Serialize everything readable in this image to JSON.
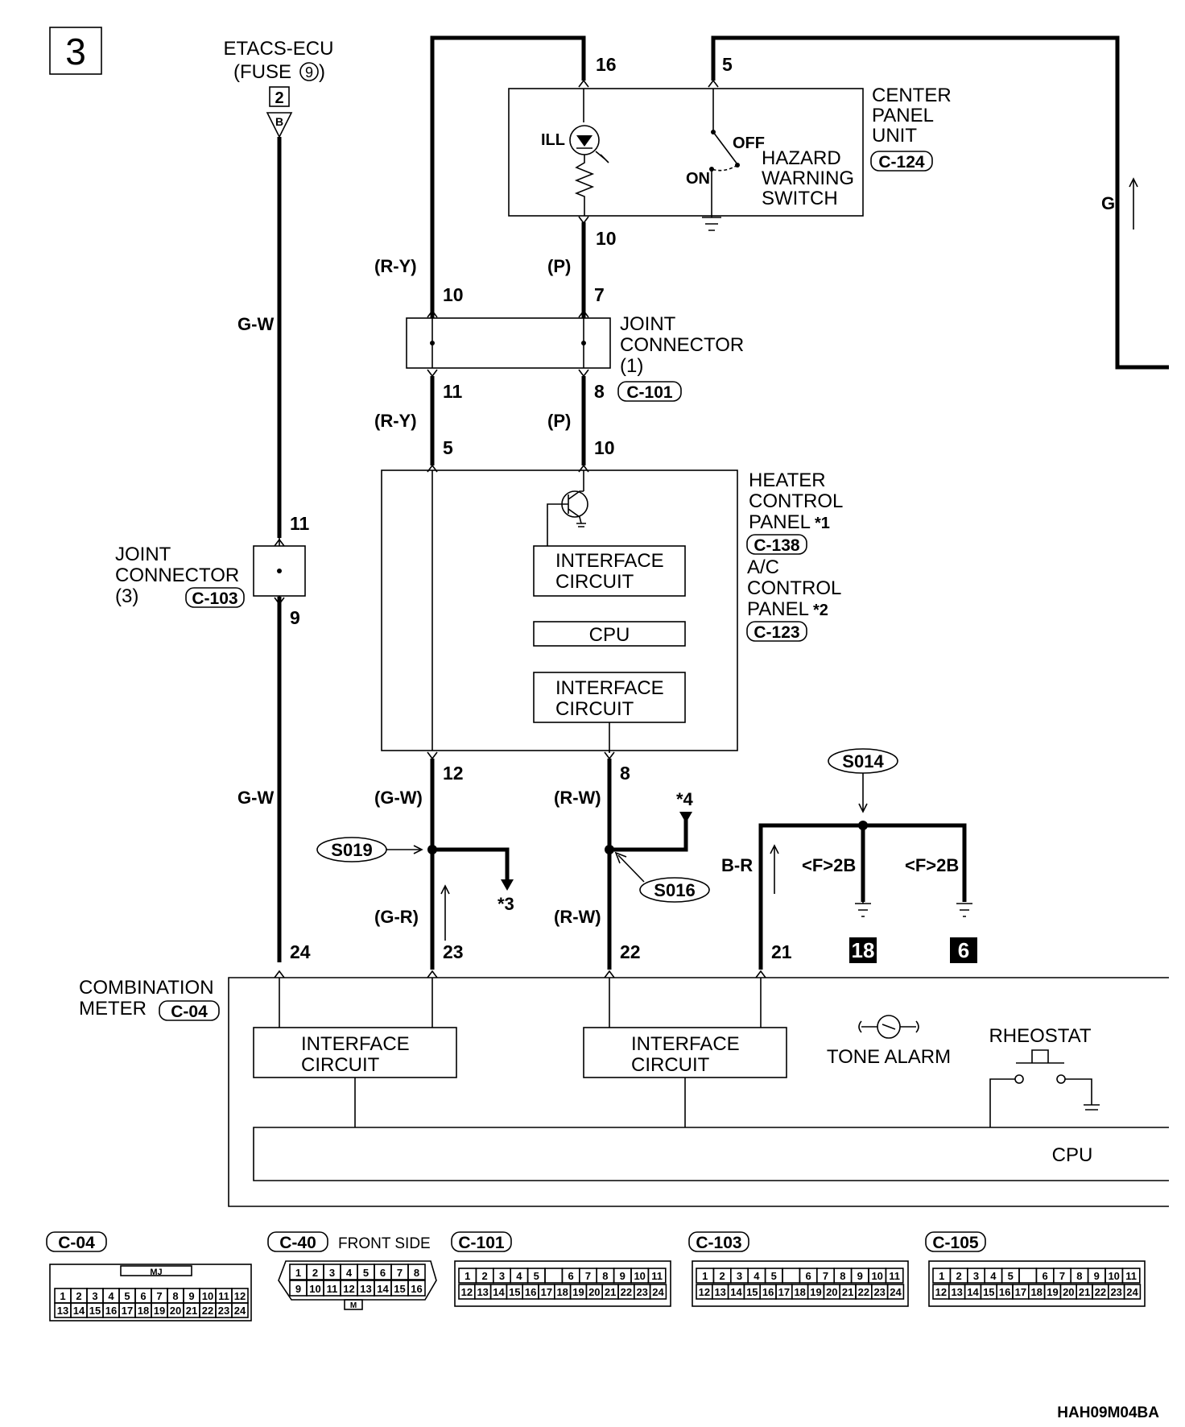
{
  "page_number": "3",
  "etacs": {
    "title": "ETACS-ECU",
    "fuse": "(FUSE",
    "fuse_num": "9",
    "fuse_close": ")",
    "connector_num": "2",
    "connector_letter": "B"
  },
  "center_panel": {
    "line1": "CENTER",
    "line2": "PANEL",
    "line3": "UNIT",
    "connector": "C-124",
    "pin_top_left": "16",
    "pin_top_right": "5",
    "pin_bottom": "10"
  },
  "hazard_switch": {
    "line1": "HAZARD",
    "line2": "WARNING",
    "line3": "SWITCH",
    "ill": "ILL",
    "off": "OFF",
    "on": "ON"
  },
  "joint_connector_1": {
    "line1": "JOINT",
    "line2": "CONNECTOR",
    "line3": "(1)",
    "connector": "C-101",
    "pin_in_left": "10",
    "pin_in_right": "7",
    "pin_out_left": "11",
    "pin_out_right": "8"
  },
  "heater_panel": {
    "line1": "HEATER",
    "line2": "CONTROL",
    "line3": "PANEL",
    "note1": "*1",
    "connector1": "C-138",
    "ac1": "A/C",
    "ac2": "CONTROL",
    "ac3": "PANEL",
    "note2": "*2",
    "connector2": "C-123",
    "interface1": [
      "INTERFACE",
      "CIRCUIT"
    ],
    "cpu": "CPU",
    "interface2": [
      "INTERFACE",
      "CIRCUIT"
    ],
    "pin_in_left": "5",
    "pin_in_right": "10",
    "pin_out_left": "12",
    "pin_out_right": "8"
  },
  "joint_connector_3": {
    "line1": "JOINT",
    "line2": "CONNECTOR",
    "line3": "(3)",
    "connector": "C-103",
    "pin_in": "11",
    "pin_out": "9"
  },
  "wire_colors": {
    "gw_upper": "G-W",
    "gw_lower": "G-W",
    "ry_upper": "(R-Y)",
    "p_upper": "(P)",
    "ry_lower": "(R-Y)",
    "p_lower": "(P)",
    "g": "G",
    "gw_paren": "(G-W)",
    "rw_upper": "(R-W)",
    "gr": "(G-R)",
    "rw_lower": "(R-W)",
    "br": "B-R",
    "f2b_left": "<F>2B",
    "f2b_right": "<F>2B"
  },
  "splices": {
    "s019": "S019",
    "s016": "S016",
    "s014": "S014"
  },
  "notes": {
    "n3": "*3",
    "n4": "*4"
  },
  "grounds": {
    "g18": "18",
    "g6": "6"
  },
  "combination_meter": {
    "line1": "COMBINATION",
    "line2": "METER",
    "connector": "C-04",
    "pins": [
      "24",
      "23",
      "22",
      "21"
    ],
    "interface1": [
      "INTERFACE",
      "CIRCUIT"
    ],
    "interface2": [
      "INTERFACE",
      "CIRCUIT"
    ],
    "tone_alarm": "TONE ALARM",
    "rheostat": "RHEOSTAT",
    "cpu": "CPU"
  },
  "connectors": {
    "c04": {
      "label": "C-04",
      "tag": "MJ",
      "row1": [
        "1",
        "2",
        "3",
        "4",
        "5",
        "6",
        "7",
        "8",
        "9",
        "10",
        "11",
        "12"
      ],
      "row2": [
        "13",
        "14",
        "15",
        "16",
        "17",
        "18",
        "19",
        "20",
        "21",
        "22",
        "23",
        "24"
      ]
    },
    "c40": {
      "label": "C-40",
      "side": "FRONT SIDE",
      "tag": "M",
      "row1": [
        "1",
        "2",
        "3",
        "4",
        "5",
        "6",
        "7",
        "8"
      ],
      "row2": [
        "9",
        "10",
        "11",
        "12",
        "13",
        "14",
        "15",
        "16"
      ]
    },
    "c101": {
      "label": "C-101",
      "row1": [
        "1",
        "2",
        "3",
        "4",
        "5",
        "",
        "6",
        "7",
        "8",
        "9",
        "10",
        "11"
      ],
      "row2": [
        "12",
        "13",
        "14",
        "15",
        "16",
        "17",
        "18",
        "19",
        "20",
        "21",
        "22",
        "23",
        "24"
      ]
    },
    "c103": {
      "label": "C-103",
      "row1": [
        "1",
        "2",
        "3",
        "4",
        "5",
        "",
        "6",
        "7",
        "8",
        "9",
        "10",
        "11"
      ],
      "row2": [
        "12",
        "13",
        "14",
        "15",
        "16",
        "17",
        "18",
        "19",
        "20",
        "21",
        "22",
        "23",
        "24"
      ]
    },
    "c105": {
      "label": "C-105",
      "row1": [
        "1",
        "2",
        "3",
        "4",
        "5",
        "",
        "6",
        "7",
        "8",
        "9",
        "10",
        "11"
      ],
      "row2": [
        "12",
        "13",
        "14",
        "15",
        "16",
        "17",
        "18",
        "19",
        "20",
        "21",
        "22",
        "23",
        "24"
      ]
    }
  },
  "footer_code": "HAH09M04BA"
}
